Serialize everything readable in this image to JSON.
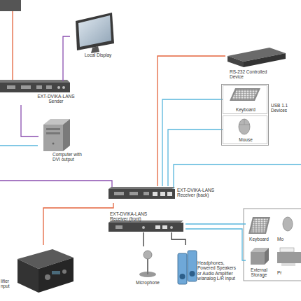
{
  "diagram": {
    "nodes": [
      {
        "text": [
          "Local Display"
        ]
      },
      {
        "text": [
          "EXT-DVIKA-LANS Sender"
        ]
      },
      {
        "text": [
          "Computer with DVI output"
        ]
      },
      {
        "text": [
          "RS-232 Controlled Device"
        ]
      },
      {
        "text": [
          "USB 1.1 Devices"
        ]
      },
      {
        "text": [
          "Keyboard"
        ],
        "in": 4
      },
      {
        "text": [
          "Mouse"
        ],
        "in": 4
      },
      {
        "text": [
          "EXT-DVIKA-LANS Receiver (back)"
        ]
      },
      {
        "text": [
          "EXT-DVIKA-LANS Receiver (front)"
        ]
      },
      {
        "text": [
          "lifier nput"
        ]
      },
      {
        "text": [
          "Microphone"
        ]
      },
      {
        "text": [
          "Headphones, Powered Speakers or Audio Amplifier w/analog L/R input"
        ]
      },
      {
        "text": [
          "Keyboard"
        ]
      },
      {
        "text": [
          "Mo"
        ]
      },
      {
        "text": [
          "External Storage"
        ]
      },
      {
        "text": [
          "Pr"
        ]
      }
    ],
    "edges": [
      {
        "from": 1,
        "to": 0,
        "arrow": "none"
      },
      {
        "from": 1,
        "to": 2,
        "arrow": "none"
      },
      {
        "from": 7,
        "to": 3,
        "arrow": "none"
      },
      {
        "from": 7,
        "to": 5,
        "arrow": "none"
      },
      {
        "from": 7,
        "to": 6,
        "arrow": "none"
      },
      {
        "from": 7,
        "to": 9,
        "arrow": "none"
      },
      {
        "from": 8,
        "to": 10,
        "arrow": "none"
      },
      {
        "from": 8,
        "to": 11,
        "arrow": "none"
      },
      {
        "from": 8,
        "to": 12,
        "arrow": "none"
      },
      {
        "from": 8,
        "to": 14,
        "arrow": "none"
      }
    ]
  }
}
